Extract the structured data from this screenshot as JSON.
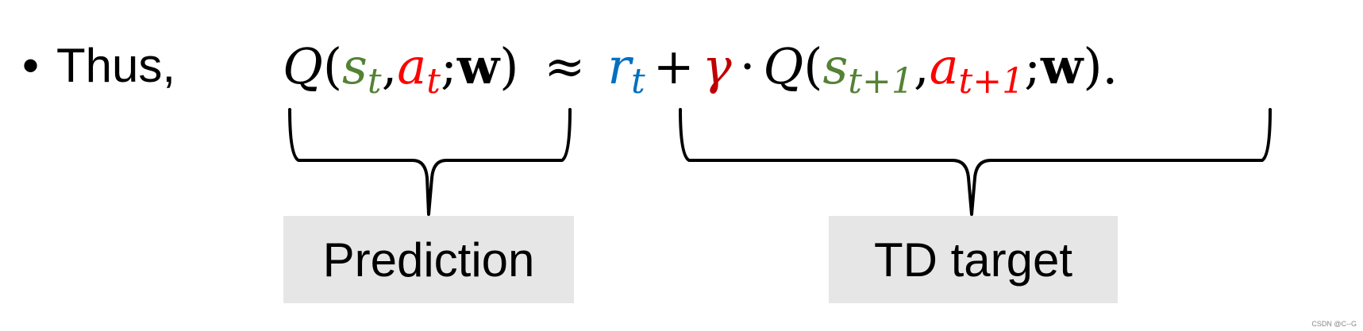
{
  "bullet": {
    "marker": "•",
    "text": "Thus,"
  },
  "equation": {
    "lhs": {
      "func": "Q",
      "open": "(",
      "state": "s",
      "state_sub": "t",
      "comma": ",",
      "action": "a",
      "action_sub": "t",
      "semicolon": ";",
      "weights": "w",
      "close": ")"
    },
    "approx": "≈",
    "rhs": {
      "reward": "r",
      "reward_sub": "t",
      "plus": "+",
      "gamma": "γ",
      "dot": "·",
      "func": "Q",
      "open": "(",
      "state": "s",
      "state_sub": "t+1",
      "comma": ",",
      "action": "a",
      "action_sub": "t+1",
      "semicolon": ";",
      "weights": "w",
      "close": ")",
      "period": "."
    }
  },
  "labels": {
    "prediction": "Prediction",
    "td_target": "TD target"
  },
  "watermark": "CSDN @C--G",
  "colors": {
    "state": "#548235",
    "action": "#ff0000",
    "reward": "#0070c0",
    "gamma": "#c00000",
    "label_background": "#e7e6e6"
  }
}
